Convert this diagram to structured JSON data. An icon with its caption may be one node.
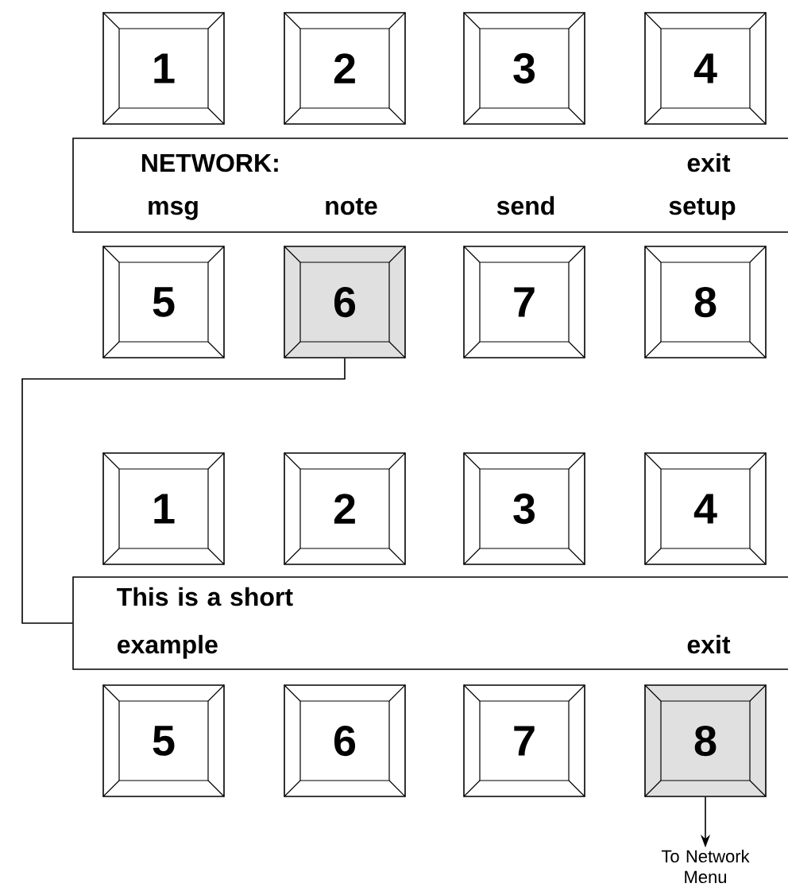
{
  "diagram": {
    "nodes": [
      {
        "text": [
          "1"
        ]
      },
      {
        "text": [
          "2"
        ]
      },
      {
        "text": [
          "3"
        ]
      },
      {
        "text": [
          "4"
        ]
      },
      {
        "text": [
          "NETWORK:",
          "exit",
          "msg",
          "note",
          "send",
          "setup"
        ]
      },
      {
        "text": [
          "5"
        ]
      },
      {
        "text": [
          "6"
        ]
      },
      {
        "text": [
          "7"
        ]
      },
      {
        "text": [
          "8"
        ]
      },
      {
        "text": [
          "1"
        ]
      },
      {
        "text": [
          "2"
        ]
      },
      {
        "text": [
          "3"
        ]
      },
      {
        "text": [
          "4"
        ]
      },
      {
        "text": [
          "This is a short example",
          "exit"
        ]
      },
      {
        "text": [
          "5"
        ]
      },
      {
        "text": [
          "6"
        ]
      },
      {
        "text": [
          "7"
        ]
      },
      {
        "text": [
          "8"
        ]
      },
      {
        "text": [
          "To Network Menu"
        ]
      }
    ],
    "edges": [
      {
        "from": 6,
        "to": 13,
        "arrow": "none"
      },
      {
        "from": 17,
        "to": 18,
        "arrow": "to"
      }
    ]
  }
}
